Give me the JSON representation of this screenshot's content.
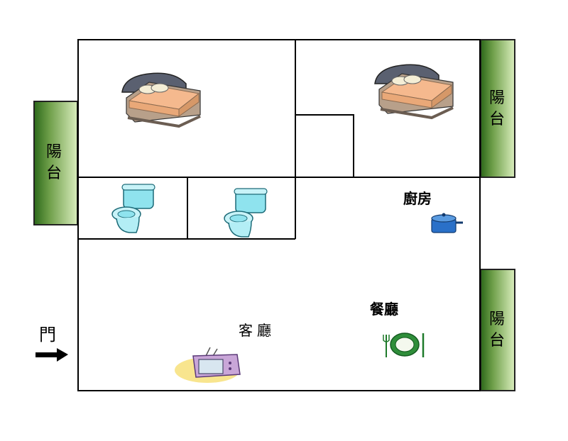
{
  "labels": {
    "balcony": "陽台",
    "kitchen": "廚房",
    "dining": "餐廳",
    "living": "客廳",
    "door": "門"
  },
  "icons": [
    "bed-icon",
    "bed-icon",
    "toilet-icon",
    "toilet-icon",
    "pot-icon",
    "plate-icon",
    "tv-icon",
    "arrow-right-icon"
  ],
  "colors": {
    "wall": "#000000",
    "balcony_dark": "#2f6b1c",
    "balcony_light": "#d6ebb9",
    "kitchen_pot": "#2a70c8"
  }
}
